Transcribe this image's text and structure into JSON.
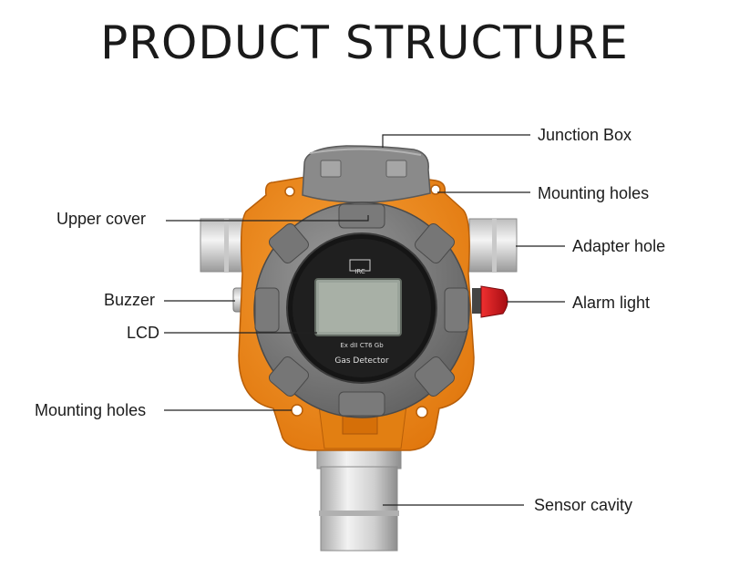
{
  "title": "PRODUCT STRUCTURE",
  "labels": {
    "junction_box": "Junction Box",
    "mounting_holes_top": "Mounting holes",
    "adapter_hole": "Adapter hole",
    "alarm_light": "Alarm light",
    "upper_cover": "Upper cover",
    "buzzer": "Buzzer",
    "lcd": "LCD",
    "mounting_holes_bottom": "Mounting holes",
    "sensor_cavity": "Sensor cavity"
  },
  "device_text": {
    "cert": "Ex dII CT6 Gb",
    "name": "Gas Detector",
    "badge": "IRC"
  },
  "colors": {
    "housing": "#f08a1c",
    "cover": "#8c8c8c",
    "lcd": "#9aa39a",
    "alarm": "#d8141c"
  }
}
